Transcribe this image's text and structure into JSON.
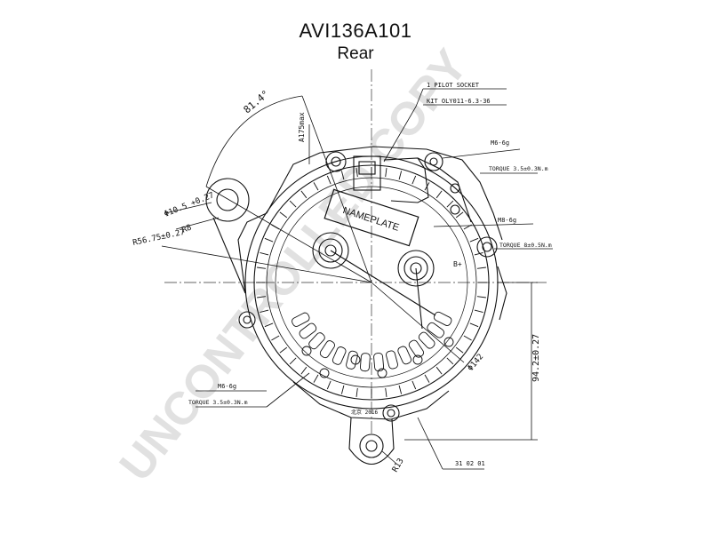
{
  "header": {
    "part_number": "AVI136A101",
    "view": "Rear"
  },
  "watermark": "UNCONTROLLED COPY",
  "labels": {
    "plug_line1": "1 PILOT SOCKET",
    "plug_line2": "KIT OLY011-6.3-36",
    "nut_top": "M6-6g",
    "torque_top": "TORQUE 3.5±0.3N.m",
    "nut_mid": "M8-6g",
    "torque_mid": "TORQUE 8±0.5N.m",
    "nut_left": "M6-6g",
    "torque_left": "TORQUE 3.5±0.3N.m",
    "angle_top": "81.4°",
    "b_plus": "B+",
    "dim_10": "Φ10.5 +0.27",
    "dim_r": "R8",
    "dim_136": "R56.75±0.27",
    "dim_142": "Φ142",
    "dim_94": "94.2±0.27",
    "dim_r13": "R13",
    "nameplate": "NAMEPLATE",
    "bottom_mark": "北京 2016",
    "bottom_code": "31 02 01",
    "max_mark": "A175max"
  }
}
